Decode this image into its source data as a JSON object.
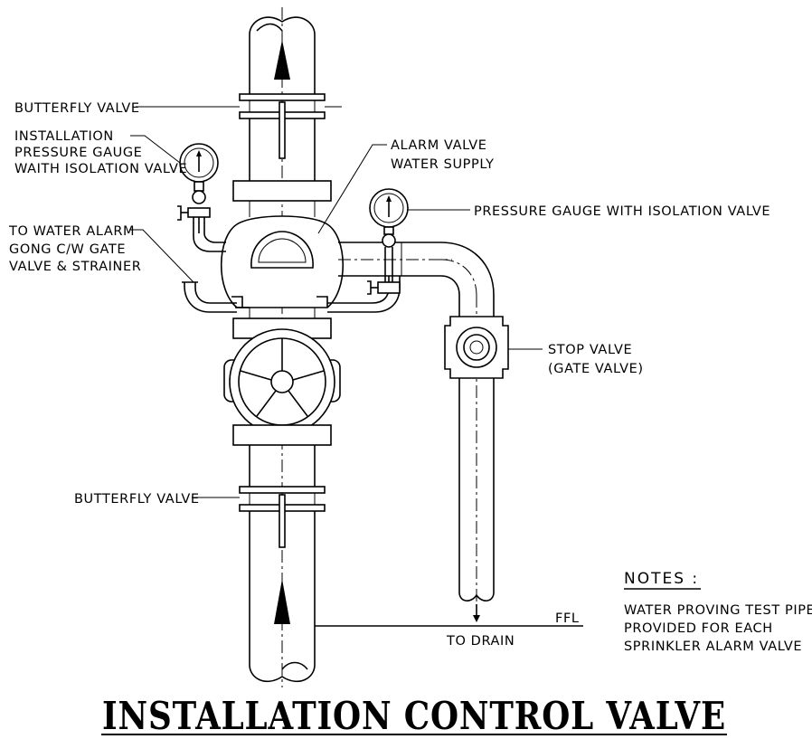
{
  "title": "INSTALLATION CONTROL VALVE",
  "labels": {
    "butterfly_valve_top": "BUTTERFLY VALVE",
    "install_gauge": [
      "INSTALLATION",
      "PRESSURE GAUGE",
      "WAITH ISOLATION VALVE"
    ],
    "alarm_valve": [
      "ALARM VALVE",
      "WATER SUPPLY"
    ],
    "pressure_gauge": "PRESSURE GAUGE WITH ISOLATION VALVE",
    "water_alarm": [
      "TO WATER ALARM",
      "GONG C/W GATE",
      "VALVE & STRAINER"
    ],
    "stop_valve": [
      "STOP VALVE",
      "(GATE VALVE)"
    ],
    "butterfly_valve_bottom": "BUTTERFLY VALVE",
    "ffl": "FFL",
    "to_drain": "TO DRAIN"
  },
  "notes": {
    "heading": "NOTES :",
    "lines": [
      "WATER PROVING TEST PIPE",
      "PROVIDED FOR EACH",
      "SPRINKLER ALARM VALVE"
    ]
  },
  "colors": {
    "ink": "#000000",
    "paper": "#ffffff"
  }
}
